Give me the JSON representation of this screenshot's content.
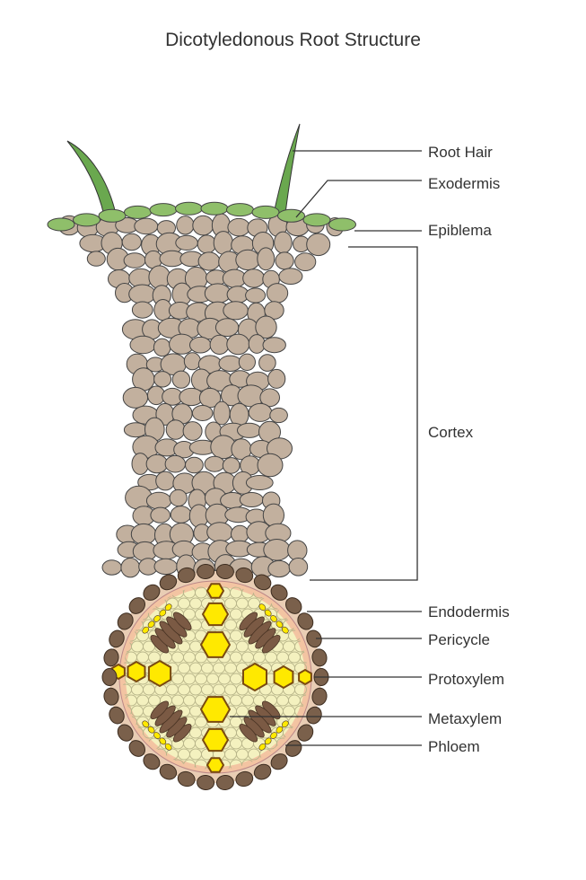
{
  "title": "Dicotyledonous Root Structure",
  "labels": {
    "root_hair": "Root Hair",
    "exodermis": "Exodermis",
    "epiblema": "Epiblema",
    "cortex": "Cortex",
    "endodermis": "Endodermis",
    "pericycle": "Pericycle",
    "protoxylem": "Protoxylem",
    "metaxylem": "Metaxylem",
    "phloem": "Phloem"
  },
  "colors": {
    "cortex_cell": "#c2b09e",
    "epiblema_cell": "#8fbf6a",
    "root_hair": "#6aa84f",
    "endodermis_cell": "#7a604b",
    "pericycle": "#f3c4a2",
    "pith": "#f4f1bf",
    "xylem": "#ffe900",
    "xylem_border": "#7a4a10",
    "phloem": "#7b5a44",
    "leader_line": "#333333"
  }
}
